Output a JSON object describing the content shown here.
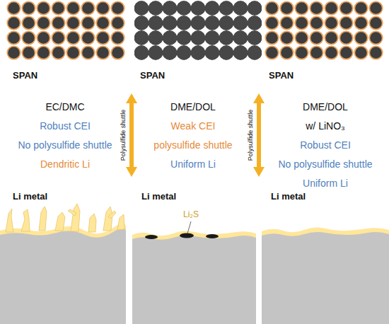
{
  "diagram": {
    "labels": [
      "SPAN",
      "SPAN",
      "SPAN",
      "EC/DMC",
      "Robust CEI",
      "No polysulfide shuttle",
      "Dendritic Li",
      "Polysulfide shuttle",
      "DME/DOL",
      "Weak CEI",
      "polysulfide shuttle",
      "Uniform Li",
      "Polysulfide shuttle",
      "DME/DOL",
      "w/ LiNO₃",
      "Robust CEI",
      "No polysulfide shuttle",
      "Uniform Li",
      "Li metal",
      "Li metal",
      "Li metal",
      "Li₂S"
    ]
  }
}
